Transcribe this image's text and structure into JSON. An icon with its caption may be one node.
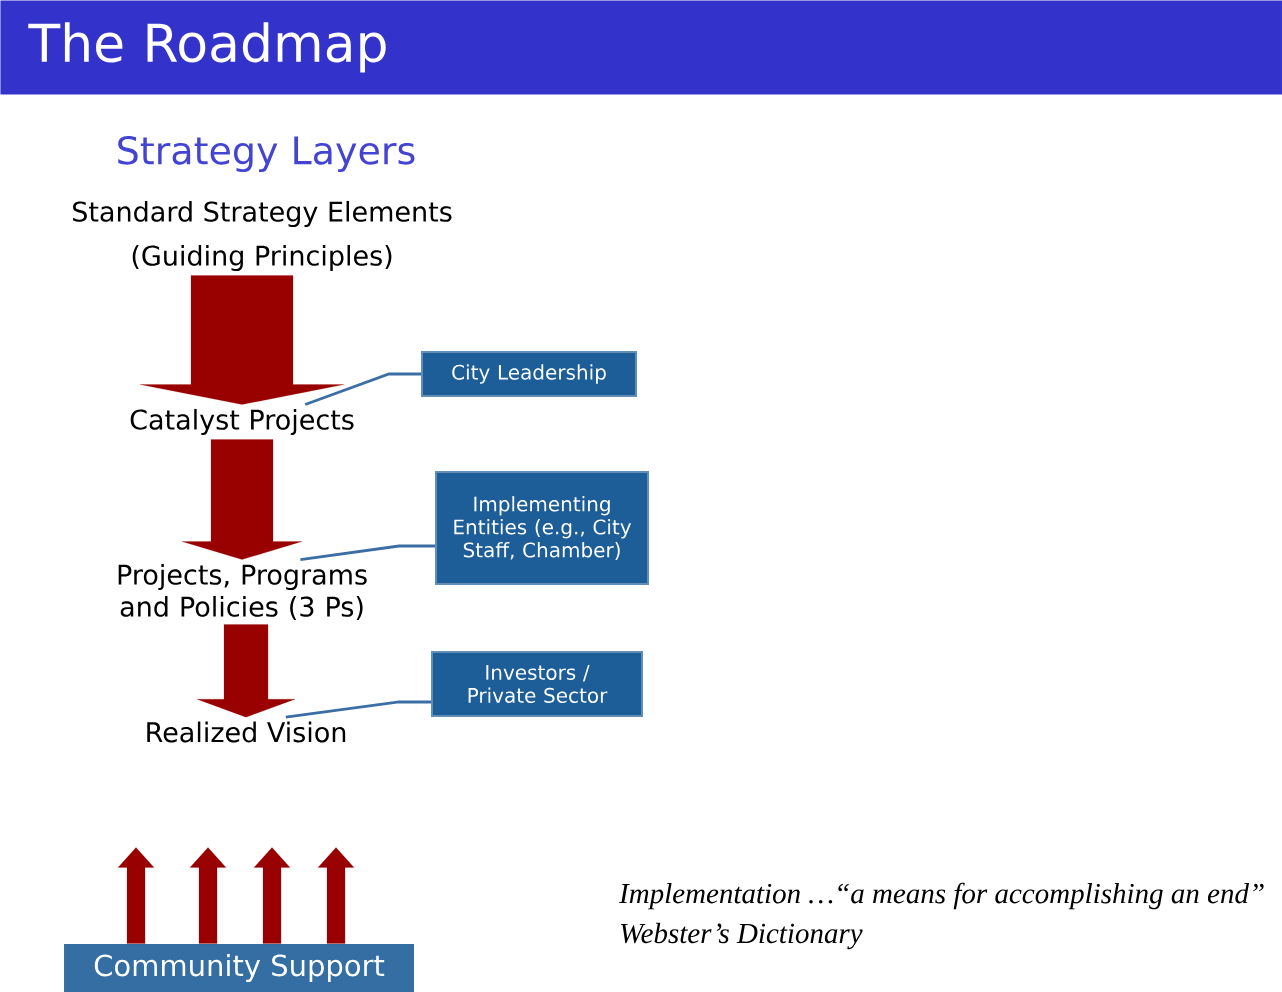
{
  "diagram": {
    "title": "The Roadmap",
    "nodes": [
      {
        "text": [
          "Standard Strategy Elements",
          "(Guiding Principles)"
        ]
      },
      {
        "text": [
          "Catalyst Projects"
        ]
      },
      {
        "text": [
          "Projects, Programs and Policies (3 Ps)"
        ]
      },
      {
        "text": [
          "Realized Vision"
        ]
      },
      {
        "text": [
          "City Leadership"
        ]
      },
      {
        "text": [
          "Implementing Entities (e.g., City Staff, Chamber)"
        ]
      },
      {
        "text": [
          "Investors / Private Sector"
        ]
      },
      {
        "text": [
          "Community Support"
        ]
      }
    ],
    "edges": [
      {
        "from": 0,
        "to": 1,
        "arrow": "to",
        "style": "thick"
      },
      {
        "from": 1,
        "to": 2,
        "arrow": "to",
        "style": "thick"
      },
      {
        "from": 2,
        "to": 3,
        "arrow": "to",
        "style": "thick"
      },
      {
        "from": 4,
        "to": 1,
        "arrow": "none",
        "color": "#3a6ea5"
      },
      {
        "from": 5,
        "to": 2,
        "arrow": "none",
        "color": "#3a6ea5"
      },
      {
        "from": 6,
        "to": 3,
        "arrow": "none",
        "color": "#3a6ea5"
      },
      {
        "from": 7,
        "to": null,
        "arrow": "to"
      },
      {
        "from": 7,
        "to": null,
        "arrow": "to"
      },
      {
        "from": 7,
        "to": null,
        "arrow": "to"
      },
      {
        "from": 7,
        "to": null,
        "arrow": "to"
      }
    ],
    "labels": [
      "Strategy Layers",
      "Implementation …“a means for accomplishing an end”",
      "Webster’s Dictionary"
    ]
  }
}
